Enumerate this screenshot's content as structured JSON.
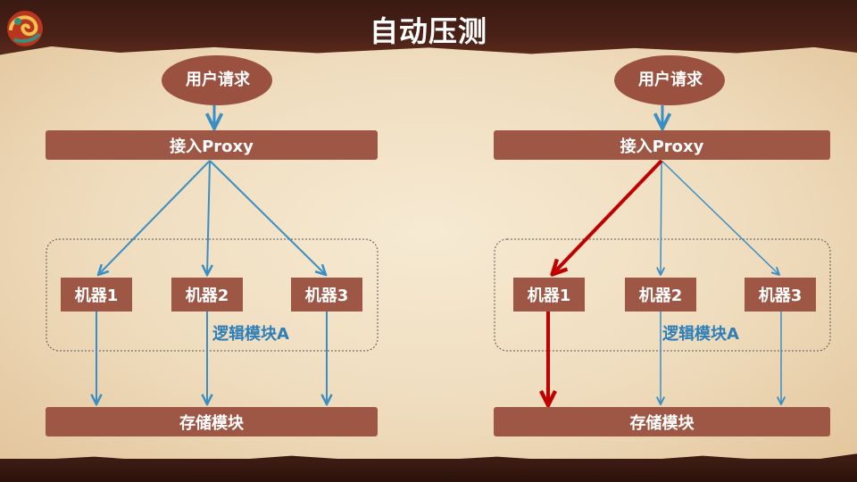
{
  "title": "自动压测",
  "colors": {
    "box_fill": "#9e5745",
    "ellipse_fill": "#9a5140",
    "arrow_normal": "#3b8ec4",
    "arrow_highlight": "#c00000",
    "module_label": "#2e7fb8"
  },
  "panels": [
    {
      "user_request": "用户请求",
      "proxy": "接入Proxy",
      "machines": [
        "机器1",
        "机器2",
        "机器3"
      ],
      "logic_module": "逻辑模块A",
      "storage": "存储模块",
      "highlighted_machine": null
    },
    {
      "user_request": "用户请求",
      "proxy": "接入Proxy",
      "machines": [
        "机器1",
        "机器2",
        "机器3"
      ],
      "logic_module": "逻辑模块A",
      "storage": "存储模块",
      "highlighted_machine": "机器1"
    }
  ]
}
